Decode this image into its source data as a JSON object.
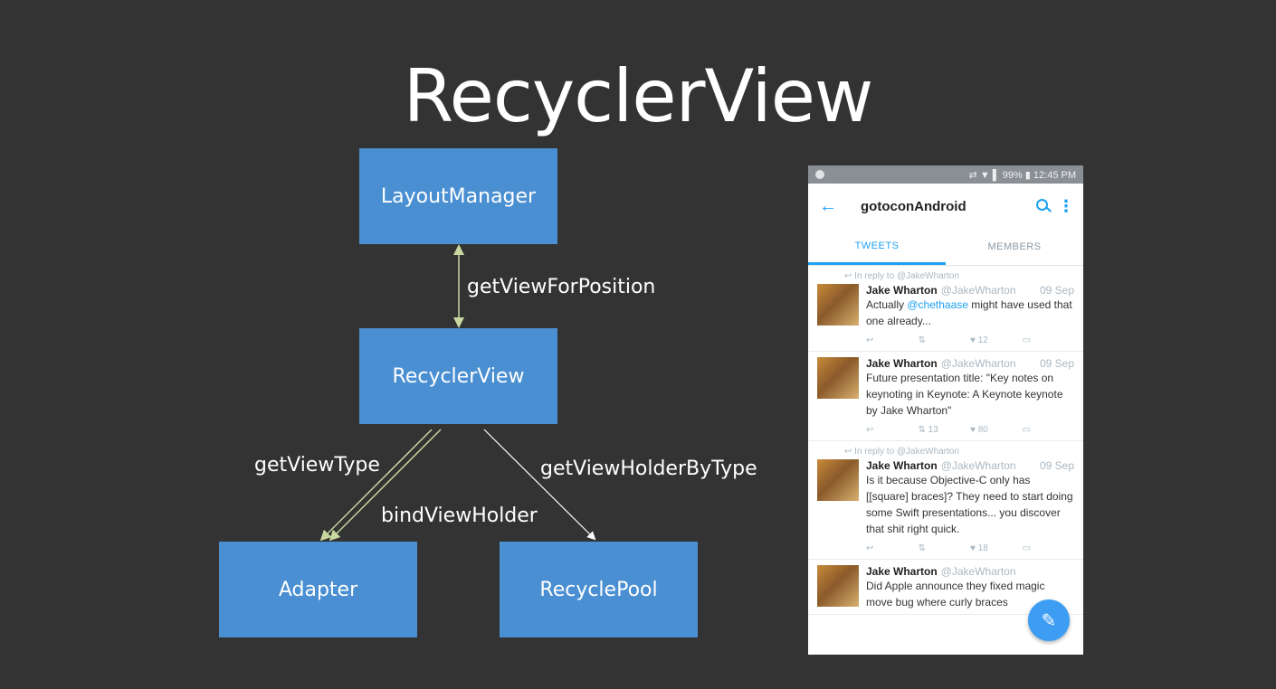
{
  "title": "RecyclerView",
  "diagram": {
    "nodes": {
      "layout_manager": "LayoutManager",
      "recycler_view": "RecyclerView",
      "adapter": "Adapter",
      "recycle_pool": "RecyclePool"
    },
    "edges": {
      "get_view_for_position": "getViewForPosition",
      "get_view_type": "getViewType",
      "bind_view_holder": "bindViewHolder",
      "get_view_holder_by_type": "getViewHolderByType"
    },
    "colors": {
      "node_fill": "#4a8fd1",
      "arrow_green": "#c8d8a0",
      "arrow_white": "#ffffff",
      "background": "#333333"
    }
  },
  "phone": {
    "status": {
      "icons": "⇄ ▼ ▌ 99% ▮",
      "time": "12:45 PM"
    },
    "toolbar": {
      "back_icon": "arrow-left-icon",
      "title": "gotoconAndroid",
      "search_icon": "search-icon",
      "more_icon": "more-vert-icon"
    },
    "tabs": [
      {
        "label": "TWEETS"
      },
      {
        "label": "MEMBERS"
      }
    ],
    "tweets": [
      {
        "reply_context": "In reply to @JakeWharton",
        "name": "Jake Wharton",
        "handle": "@JakeWharton",
        "date": "09 Sep",
        "text_before": "Actually ",
        "mention": "@chethaase",
        "text_after": " might have used that one already...",
        "retweets": "",
        "likes": "12"
      },
      {
        "name": "Jake Wharton",
        "handle": "@JakeWharton",
        "date": "09 Sep",
        "text": "Future presentation title: \"Key notes on keynoting in Keynote: A Keynote keynote by Jake Wharton\"",
        "retweets": "13",
        "likes": "80"
      },
      {
        "reply_context": "In reply to @JakeWharton",
        "name": "Jake Wharton",
        "handle": "@JakeWharton",
        "date": "09 Sep",
        "text": "Is it because Objective-C only has [[square] braces]? They need to start doing some Swift presentations... you discover that shit right quick.",
        "retweets": "",
        "likes": "18"
      },
      {
        "name": "Jake Wharton",
        "handle": "@JakeWharton",
        "text": "Did Apple announce they fixed magic move bug where curly braces"
      }
    ],
    "fab_icon": "compose-icon"
  }
}
